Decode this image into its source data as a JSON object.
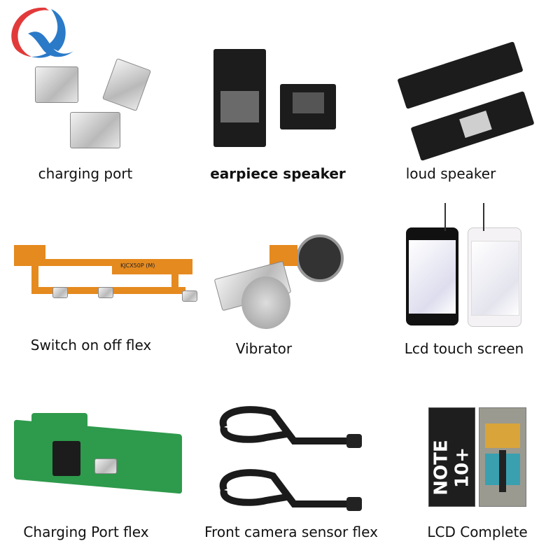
{
  "brand": {
    "logo": "Q-logo",
    "colors": {
      "red": "#e23a3a",
      "blue": "#2a7ac8"
    }
  },
  "products": [
    {
      "label": "charging port",
      "icon": "charging-port"
    },
    {
      "label": "earpiece speaker",
      "icon": "earpiece-speaker"
    },
    {
      "label": "loud speaker",
      "icon": "loud-speaker"
    },
    {
      "label": "Switch on off flex",
      "icon": "switch-flex"
    },
    {
      "label": "Vibrator",
      "icon": "vibrator"
    },
    {
      "label": "Lcd touch screen",
      "icon": "touch-screen"
    },
    {
      "label": "Charging Port flex",
      "icon": "charging-port-flex"
    },
    {
      "label": "Front camera sensor flex",
      "icon": "camera-flex"
    },
    {
      "label": "LCD Complete",
      "icon": "lcd-complete",
      "screen_text": "NOTE 10+"
    }
  ],
  "flex_print": "KJCX50P (M)"
}
